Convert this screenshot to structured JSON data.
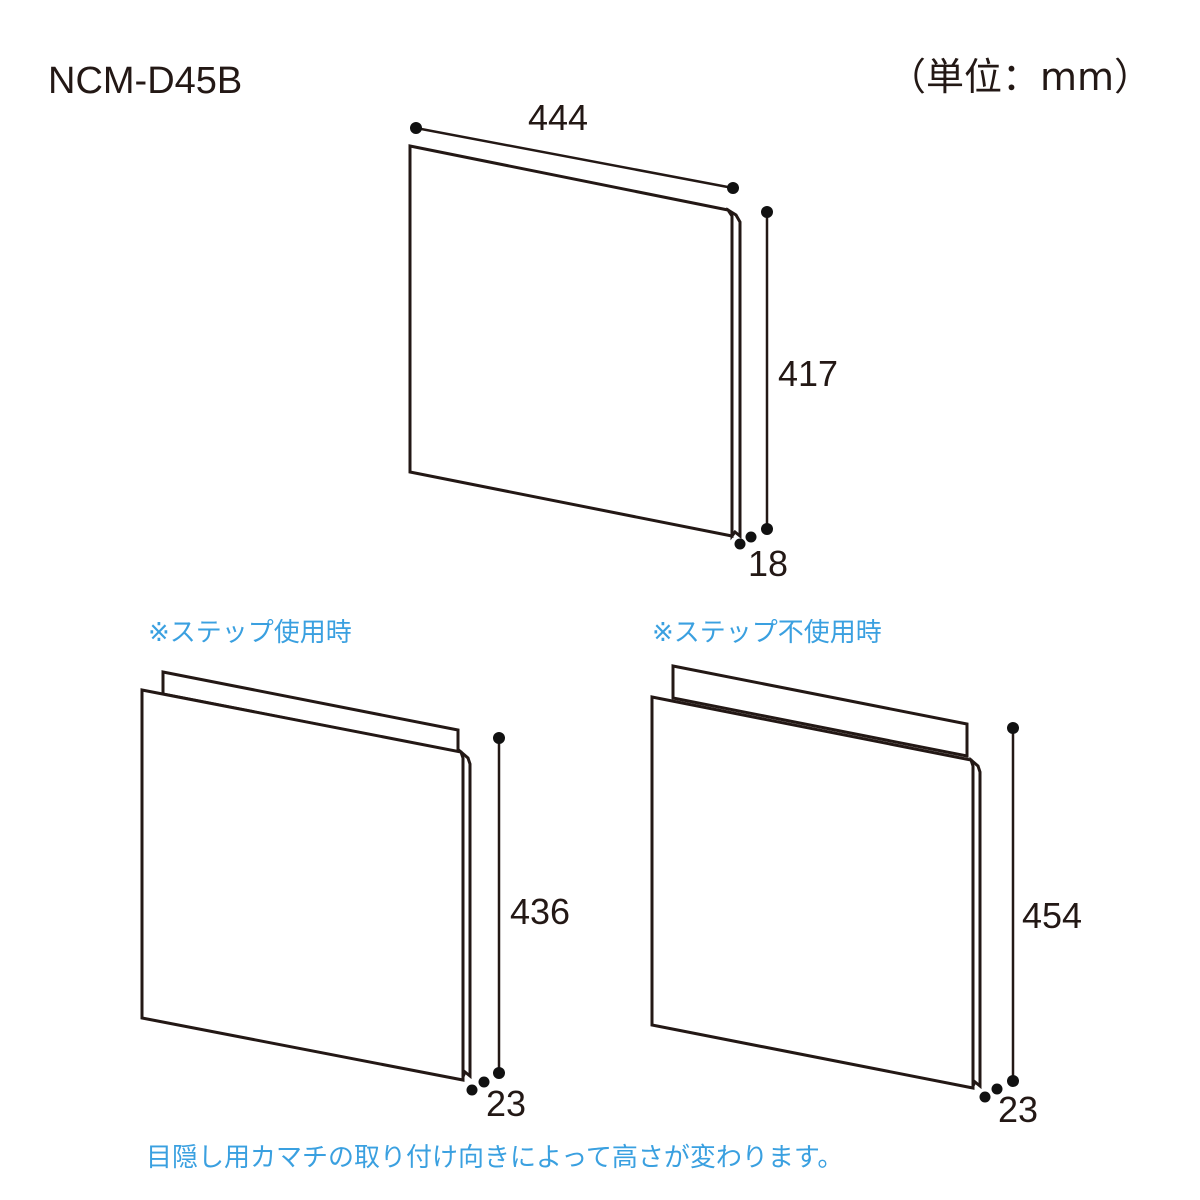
{
  "header": {
    "model": "NCM-D45B",
    "unit": "（単位：mm）"
  },
  "top_panel": {
    "width": "444",
    "height": "417",
    "thickness": "18"
  },
  "left_panel": {
    "caption": "※ステップ使用時",
    "height": "436",
    "thickness": "23"
  },
  "right_panel": {
    "caption": "※ステップ不使用時",
    "height": "454",
    "thickness": "23"
  },
  "footer_note": "目隠し用カマチの取り付け向きによって高さが変わります。",
  "colors": {
    "line": "#231815",
    "note": "#3aa0e0"
  }
}
